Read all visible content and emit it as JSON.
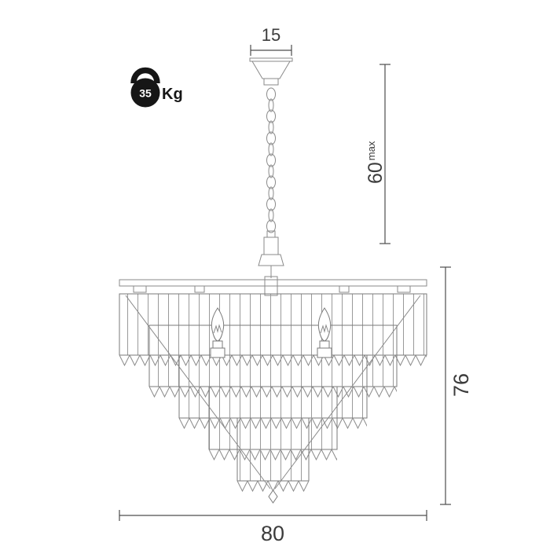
{
  "page": {
    "background": "#ffffff",
    "description": "Chandelier dimensional line drawing"
  },
  "weight_badge": {
    "icon": "kettlebell-icon",
    "value": "35",
    "unit": "Kg",
    "color": "#161616",
    "value_text_color": "#ffffff"
  },
  "dimensions": {
    "canopy_width": {
      "label": "15"
    },
    "chain_length": {
      "value": "60",
      "qualifier": "max"
    },
    "fixture_height": {
      "label": "76"
    },
    "fixture_width": {
      "label": "80"
    }
  },
  "style": {
    "drawing_line_color": "#8a8a8a",
    "stripe_color": "#9a9a9a",
    "dimension_line_color": "#4d4d4d",
    "text_color": "#3c3c3c"
  }
}
